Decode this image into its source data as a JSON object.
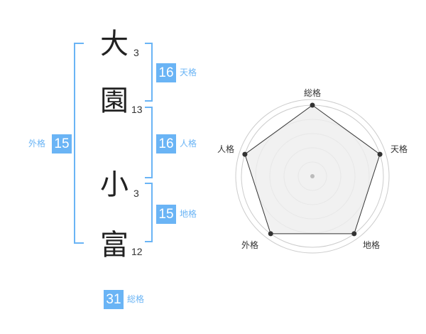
{
  "name": {
    "chars": [
      {
        "kanji": "大",
        "strokes": "3"
      },
      {
        "kanji": "園",
        "strokes": "13"
      },
      {
        "kanji": "小",
        "strokes": "3"
      },
      {
        "kanji": "富",
        "strokes": "12"
      }
    ]
  },
  "fortune": {
    "tenkaku": {
      "value": "16",
      "label": "天格"
    },
    "jinkaku": {
      "value": "16",
      "label": "人格"
    },
    "chikaku": {
      "value": "15",
      "label": "地格"
    },
    "gaikaku": {
      "value": "15",
      "label": "外格"
    },
    "soukaku": {
      "value": "31",
      "label": "総格"
    }
  },
  "radar": {
    "labels": [
      "総格",
      "天格",
      "地格",
      "外格",
      "人格"
    ],
    "levels": [
      1.0,
      1.0,
      1.0,
      1.0,
      1.0
    ],
    "colors": {
      "fill": "#eeeeee",
      "line": "#333333",
      "ring": "#cccccc",
      "accent": "#6ab4f5"
    }
  }
}
